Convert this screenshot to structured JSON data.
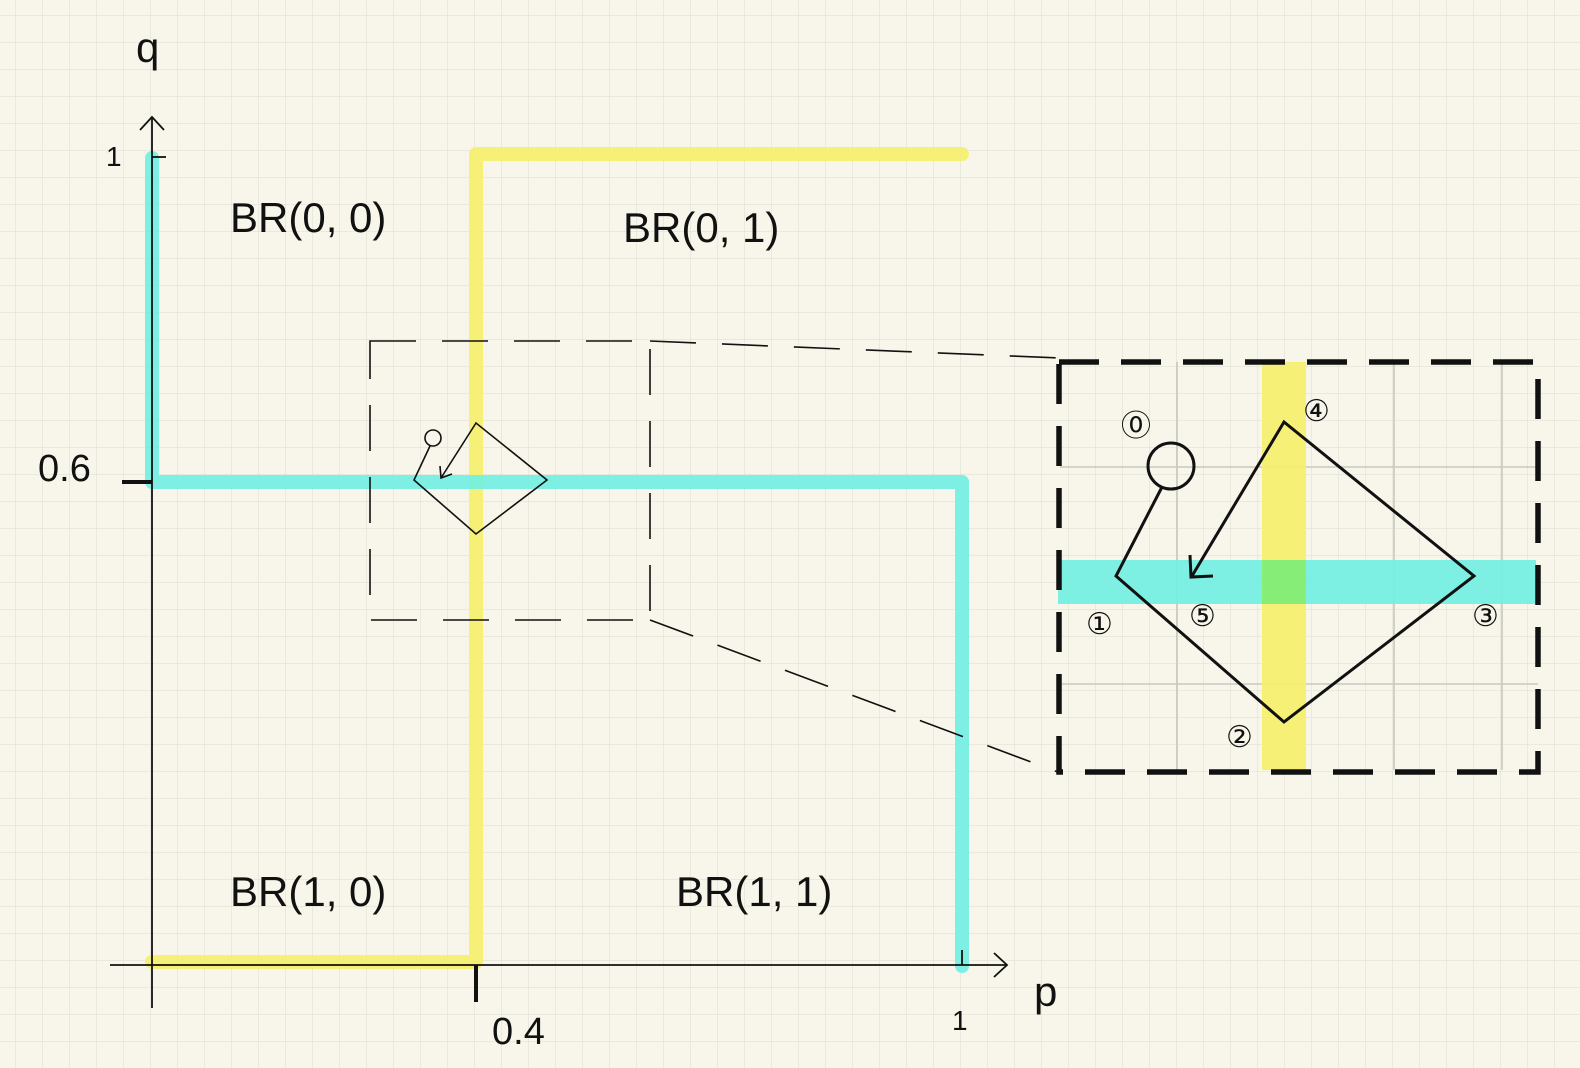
{
  "axes": {
    "x_name": "p",
    "y_name": "q"
  },
  "ticks": {
    "p_one": "1",
    "q_one": "1",
    "q_threshold": "0.6",
    "p_threshold": "0.4"
  },
  "regions": {
    "top_left": "BR(0, 0)",
    "top_right": "BR(0, 1)",
    "bottom_left": "BR(1, 0)",
    "bottom_right": "BR(1, 1)"
  },
  "zoom_steps": [
    "⓪",
    "①",
    "②",
    "③",
    "④",
    "⑤"
  ],
  "colors": {
    "background": "#f8f6ea",
    "grid": "#dcdcd0",
    "player_q_best_response": "#6ff0e2",
    "player_p_best_response": "#f5f06a",
    "ink": "#111111"
  }
}
